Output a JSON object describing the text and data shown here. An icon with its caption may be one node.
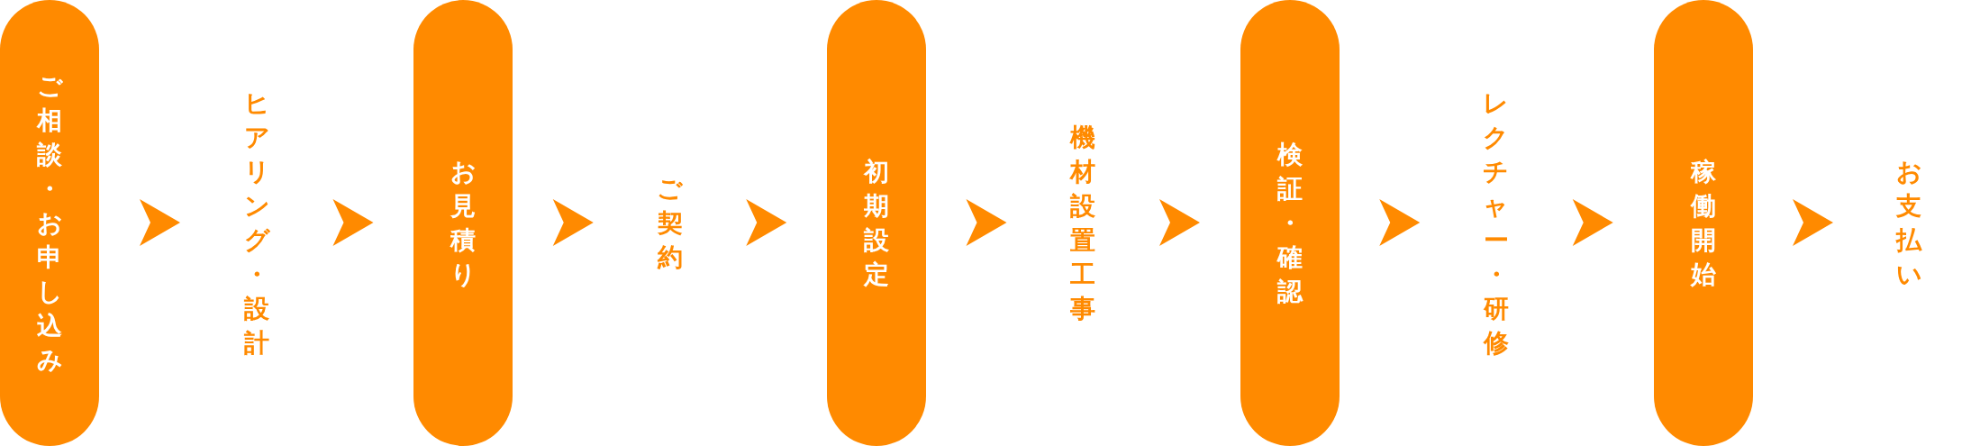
{
  "diagram": {
    "nodes": [
      {
        "text": [
          "ご相談・お申し込み"
        ]
      },
      {
        "text": [
          "ヒアリング・設計"
        ]
      },
      {
        "text": [
          "お見積り"
        ]
      },
      {
        "text": [
          "ご契約"
        ]
      },
      {
        "text": [
          "初期設定"
        ]
      },
      {
        "text": [
          "機材設置工事"
        ]
      },
      {
        "text": [
          "検証・確認"
        ]
      },
      {
        "text": [
          "レクチャー・研修"
        ]
      },
      {
        "text": [
          "稼働開始"
        ]
      },
      {
        "text": [
          "お支払い"
        ]
      }
    ],
    "edges": [
      {
        "from": 0,
        "to": 1,
        "arrow": "to"
      },
      {
        "from": 1,
        "to": 2,
        "arrow": "to"
      },
      {
        "from": 2,
        "to": 3,
        "arrow": "to"
      },
      {
        "from": 3,
        "to": 4,
        "arrow": "to"
      },
      {
        "from": 4,
        "to": 5,
        "arrow": "to"
      },
      {
        "from": 5,
        "to": 6,
        "arrow": "to"
      },
      {
        "from": 6,
        "to": 7,
        "arrow": "to"
      },
      {
        "from": 7,
        "to": 8,
        "arrow": "to"
      },
      {
        "from": 8,
        "to": 9,
        "arrow": "to"
      }
    ]
  }
}
